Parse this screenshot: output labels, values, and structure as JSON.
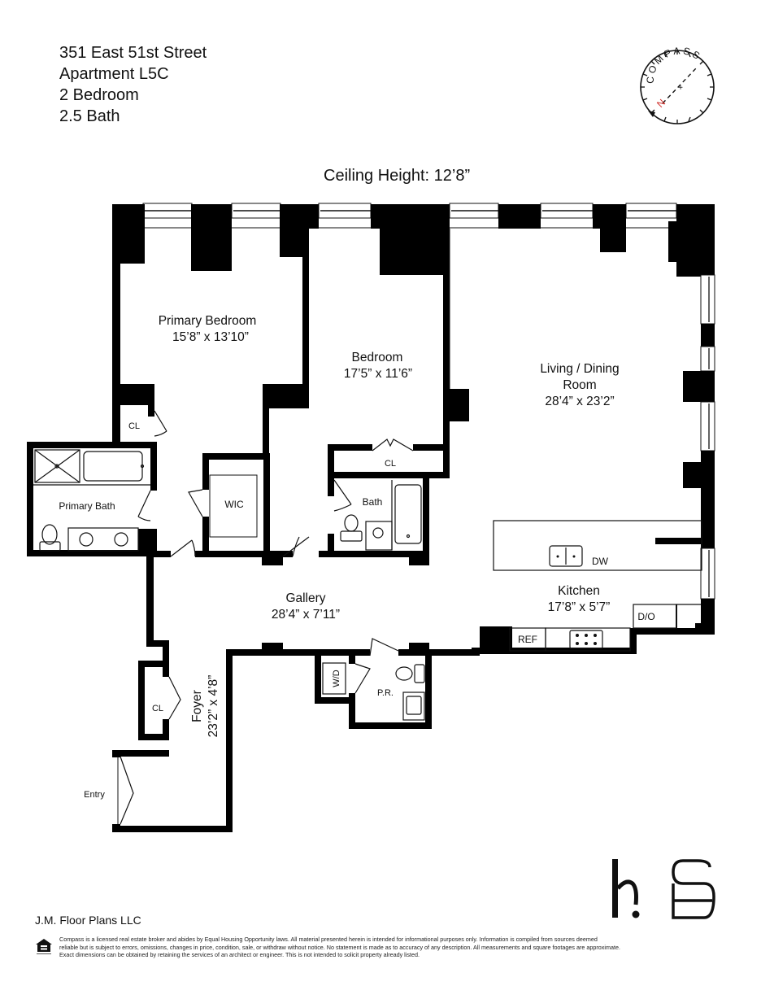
{
  "header": {
    "address": "351 East 51st Street",
    "unit": "Apartment L5C",
    "bedrooms": "2 Bedroom",
    "baths": "2.5 Bath"
  },
  "ceiling_height": "Ceiling Height: 12’8”",
  "compass": {
    "label": "COMPASS",
    "north_letter": "N",
    "north_color": "#d0312d",
    "icon": "compass-rose-icon"
  },
  "rooms": {
    "primary_bedroom": {
      "name": "Primary Bedroom",
      "dims": "15’8” x 13’10”"
    },
    "bedroom": {
      "name": "Bedroom",
      "dims": "17’5” x 11’6”"
    },
    "living_dining": {
      "name_line1": "Living / Dining",
      "name_line2": "Room",
      "dims": "28’4” x 23’2”"
    },
    "kitchen": {
      "name": "Kitchen",
      "dims": "17’8” x 5’7”"
    },
    "gallery": {
      "name": "Gallery",
      "dims": "28’4” x 7’11”"
    },
    "foyer": {
      "name": "Foyer",
      "dims": "23’2” x 4’8”"
    },
    "primary_bath": {
      "name": "Primary Bath"
    },
    "bath": {
      "name": "Bath"
    },
    "powder_room": {
      "name": "P.R."
    },
    "wic": {
      "name": "WIC"
    },
    "closet_primary": {
      "name": "CL"
    },
    "closet_bedroom": {
      "name": "CL"
    },
    "closet_foyer": {
      "name": "CL"
    },
    "entry": {
      "name": "Entry"
    }
  },
  "fixtures": {
    "dishwasher": "DW",
    "refrigerator": "REF",
    "double_oven": "D/O",
    "washer_dryer": "W/D"
  },
  "footer": {
    "firm": "J.M. Floor Plans LLC",
    "eho_icon": "equal-housing-opportunity-icon",
    "disclaimer": [
      "Compass is a licensed real estate broker and abides by Equal Housing Opportunity laws. All material presented herein is intended for informational purposes only. Information is compiled from sources deemed",
      "reliable but is subject to errors, omissions, changes in price, condition, sale, or withdraw without notice. No statement is made as to accuracy of any description. All measurements and square footages are approximate.",
      "Exact dimensions can be obtained by retaining the services of an architect or engineer. This is not intended to solicit property already listed."
    ],
    "brand_logo": "hs-monogram-logo"
  }
}
